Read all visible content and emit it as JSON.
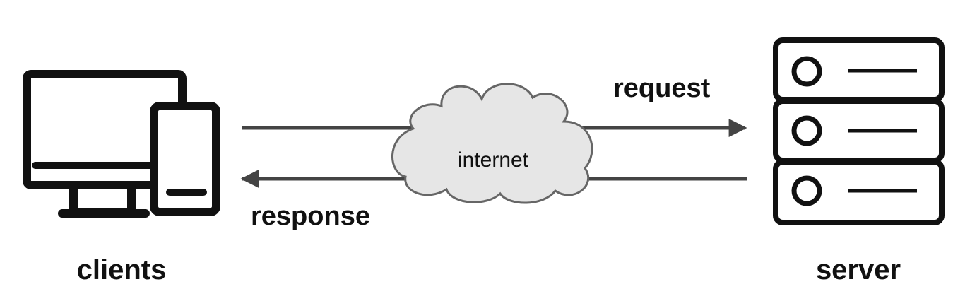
{
  "labels": {
    "clients": "clients",
    "server": "server",
    "internet": "internet",
    "request": "request",
    "response": "response"
  },
  "icons": {
    "clients": "desktop-and-phone-icon",
    "internet": "cloud-icon",
    "server": "server-rack-icon"
  },
  "colors": {
    "stroke": "#111111",
    "arrow": "#444444",
    "cloud_fill": "#e6e6e6",
    "cloud_stroke": "#666666"
  }
}
